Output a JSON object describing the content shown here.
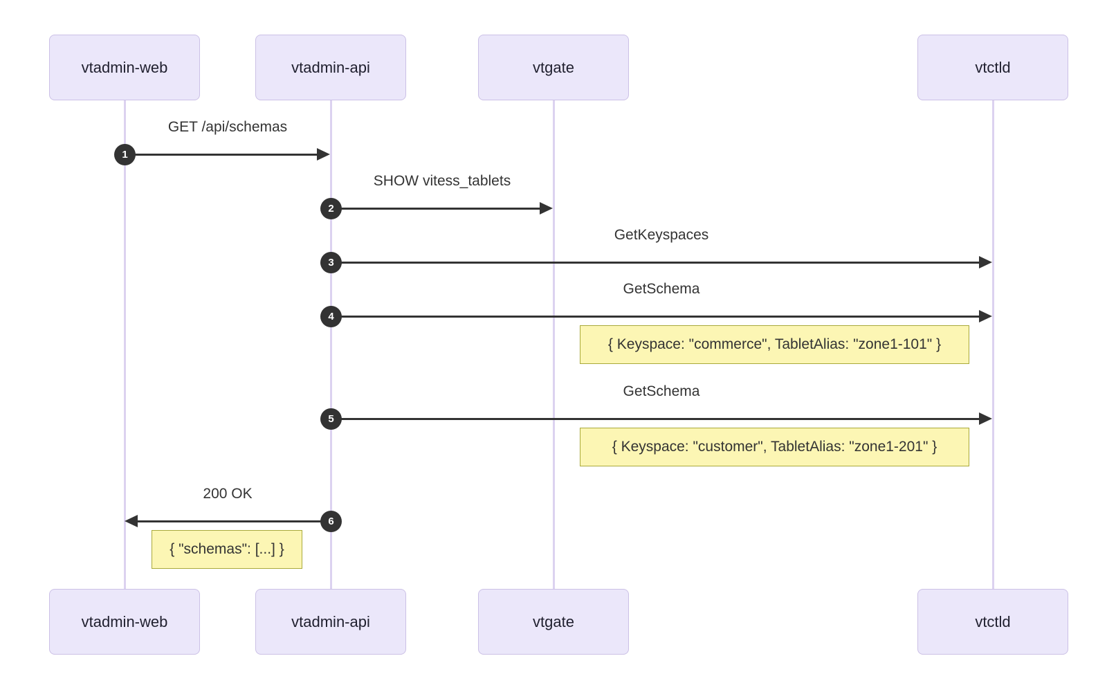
{
  "diagram": {
    "kind": "sequence-diagram",
    "actors": [
      {
        "id": "vtadmin-web",
        "label": "vtadmin-web"
      },
      {
        "id": "vtadmin-api",
        "label": "vtadmin-api"
      },
      {
        "id": "vtgate",
        "label": "vtgate"
      },
      {
        "id": "vtctld",
        "label": "vtctld"
      }
    ],
    "messages": [
      {
        "seq": "1",
        "from": "vtadmin-web",
        "to": "vtadmin-api",
        "label": "GET /api/schemas",
        "direction": "right"
      },
      {
        "seq": "2",
        "from": "vtadmin-api",
        "to": "vtgate",
        "label": "SHOW vitess_tablets",
        "direction": "right"
      },
      {
        "seq": "3",
        "from": "vtadmin-api",
        "to": "vtctld",
        "label": "GetKeyspaces",
        "direction": "right"
      },
      {
        "seq": "4",
        "from": "vtadmin-api",
        "to": "vtctld",
        "label": "GetSchema",
        "direction": "right"
      },
      {
        "seq": "5",
        "from": "vtadmin-api",
        "to": "vtctld",
        "label": "GetSchema",
        "direction": "right"
      },
      {
        "seq": "6",
        "from": "vtadmin-api",
        "to": "vtadmin-web",
        "label": "200 OK",
        "direction": "left"
      }
    ],
    "notes": [
      {
        "text": "{ Keyspace: \"commerce\", TabletAlias: \"zone1-101\" }"
      },
      {
        "text": "{ Keyspace: \"customer\", TabletAlias: \"zone1-201\" }"
      },
      {
        "text": "{ \"schemas\": [...] }"
      }
    ],
    "colors": {
      "actor_fill": "#ebe7fa",
      "actor_border": "#cbc0e6",
      "lifeline": "#dcd2f0",
      "arrow": "#333333",
      "note_fill": "#fcf6b4",
      "note_border": "#a9a93a",
      "text": "#333333",
      "background": "#ffffff"
    }
  }
}
